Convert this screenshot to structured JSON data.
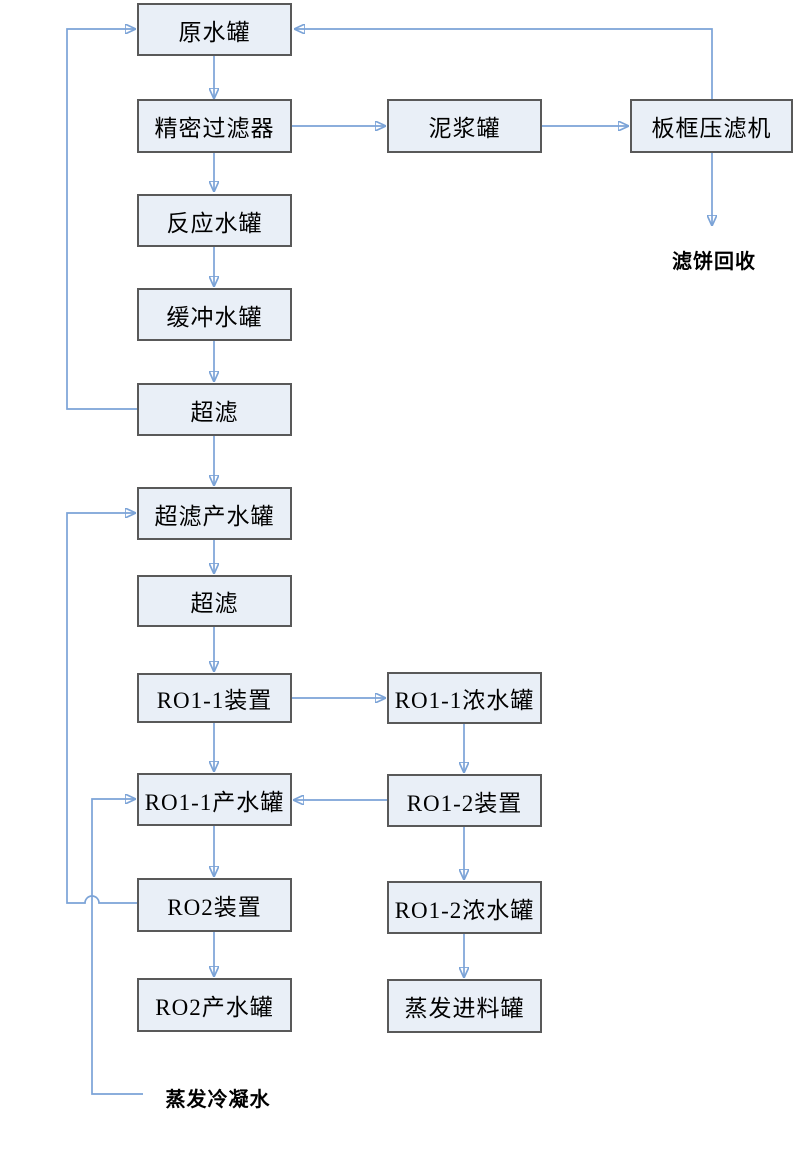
{
  "colors": {
    "bg": "#ffffff",
    "node-fill": "#e9eff7",
    "node-border": "#595959",
    "node-text": "#000000",
    "line": "#7ba3d7",
    "arrow": "#2f5fae"
  },
  "nodes": {
    "raw_water_tank": {
      "label": "原水罐"
    },
    "precision_filter": {
      "label": "精密过滤器"
    },
    "slurry_tank": {
      "label": "泥浆罐"
    },
    "filter_press": {
      "label": "板框压滤机"
    },
    "reaction_tank": {
      "label": "反应水罐"
    },
    "buffer_tank": {
      "label": "缓冲水罐"
    },
    "uf_1": {
      "label": "超滤"
    },
    "uf_product_tank": {
      "label": "超滤产水罐"
    },
    "uf_2": {
      "label": "超滤"
    },
    "ro11_unit": {
      "label": "RO1-1装置"
    },
    "ro11_conc_tank": {
      "label": "RO1-1浓水罐"
    },
    "ro11_product_tank": {
      "label": "RO1-1产水罐"
    },
    "ro12_unit": {
      "label": "RO1-2装置"
    },
    "ro2_unit": {
      "label": "RO2装置"
    },
    "ro12_conc_tank": {
      "label": "RO1-2浓水罐"
    },
    "ro2_product_tank": {
      "label": "RO2产水罐"
    },
    "evap_feed_tank": {
      "label": "蒸发进料罐"
    }
  },
  "labels": {
    "filter_cake_recovery": "滤饼回收",
    "evap_condensate": "蒸发冷凝水"
  }
}
